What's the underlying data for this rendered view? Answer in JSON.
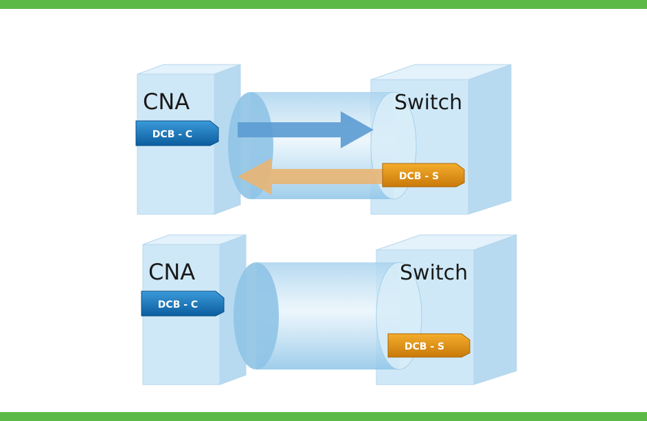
{
  "colors": {
    "frame_bar": "#5cb948",
    "box_face": "#cfe8f7",
    "dcb_c": "#1170b6",
    "dcb_s": "#e38f0b",
    "arrow_send": "#5b9bd1",
    "arrow_return": "#e9b573"
  },
  "top_panel": {
    "left_device_label": "CNA",
    "left_tag": "DCB - C",
    "right_device_label": "Switch",
    "right_tag": "DCB - S"
  },
  "bottom_panel": {
    "left_device_label": "CNA",
    "left_tag": "DCB - C",
    "right_device_label": "Switch",
    "right_tag": "DCB - S"
  }
}
